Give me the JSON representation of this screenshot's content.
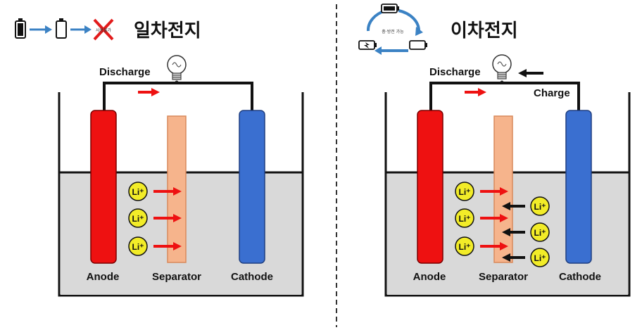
{
  "left": {
    "title": "일차전지",
    "discharge_label": "Discharge",
    "anode_label": "Anode",
    "separator_label": "Separator",
    "cathode_label": "Cathode",
    "ion_label": "Li⁺",
    "cross_text": "사용불가"
  },
  "right": {
    "title": "이차전지",
    "discharge_label": "Discharge",
    "charge_label": "Charge",
    "anode_label": "Anode",
    "separator_label": "Separator",
    "cathode_label": "Cathode",
    "ion_label": "Li⁺",
    "cycle_text": "충·방전 가능"
  },
  "colors": {
    "anode": "#ee1111",
    "cathode": "#3a6fd0",
    "separator": "#f6b48c",
    "electrolyte": "#d9d9d9",
    "ion_fill": "#f2ec28",
    "discharge_arrow": "#ee1111",
    "charge_arrow": "#111111",
    "cycle_arrow": "#3b82c4"
  }
}
